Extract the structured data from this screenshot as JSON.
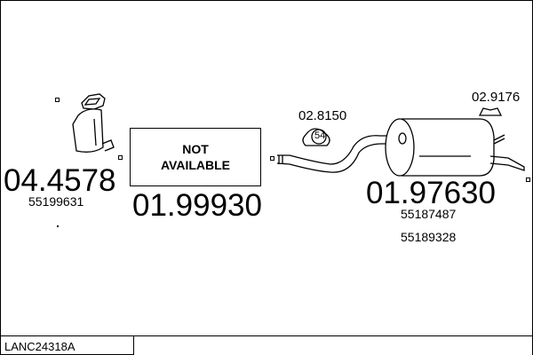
{
  "parts": [
    {
      "number": "04.4578",
      "oe": [
        "55199631"
      ],
      "name": "catalytic-converter"
    },
    {
      "number": "01.99930",
      "note": [
        "NOT",
        "AVAILABLE"
      ]
    },
    {
      "number": "01.97630",
      "oe": [
        "55187487",
        "55189328"
      ],
      "name": "rear-silencer"
    }
  ],
  "accessories": [
    {
      "number": "02.8150",
      "size": "54"
    },
    {
      "number": "02.9176"
    }
  ],
  "footer": {
    "code": "LANC24318A"
  }
}
